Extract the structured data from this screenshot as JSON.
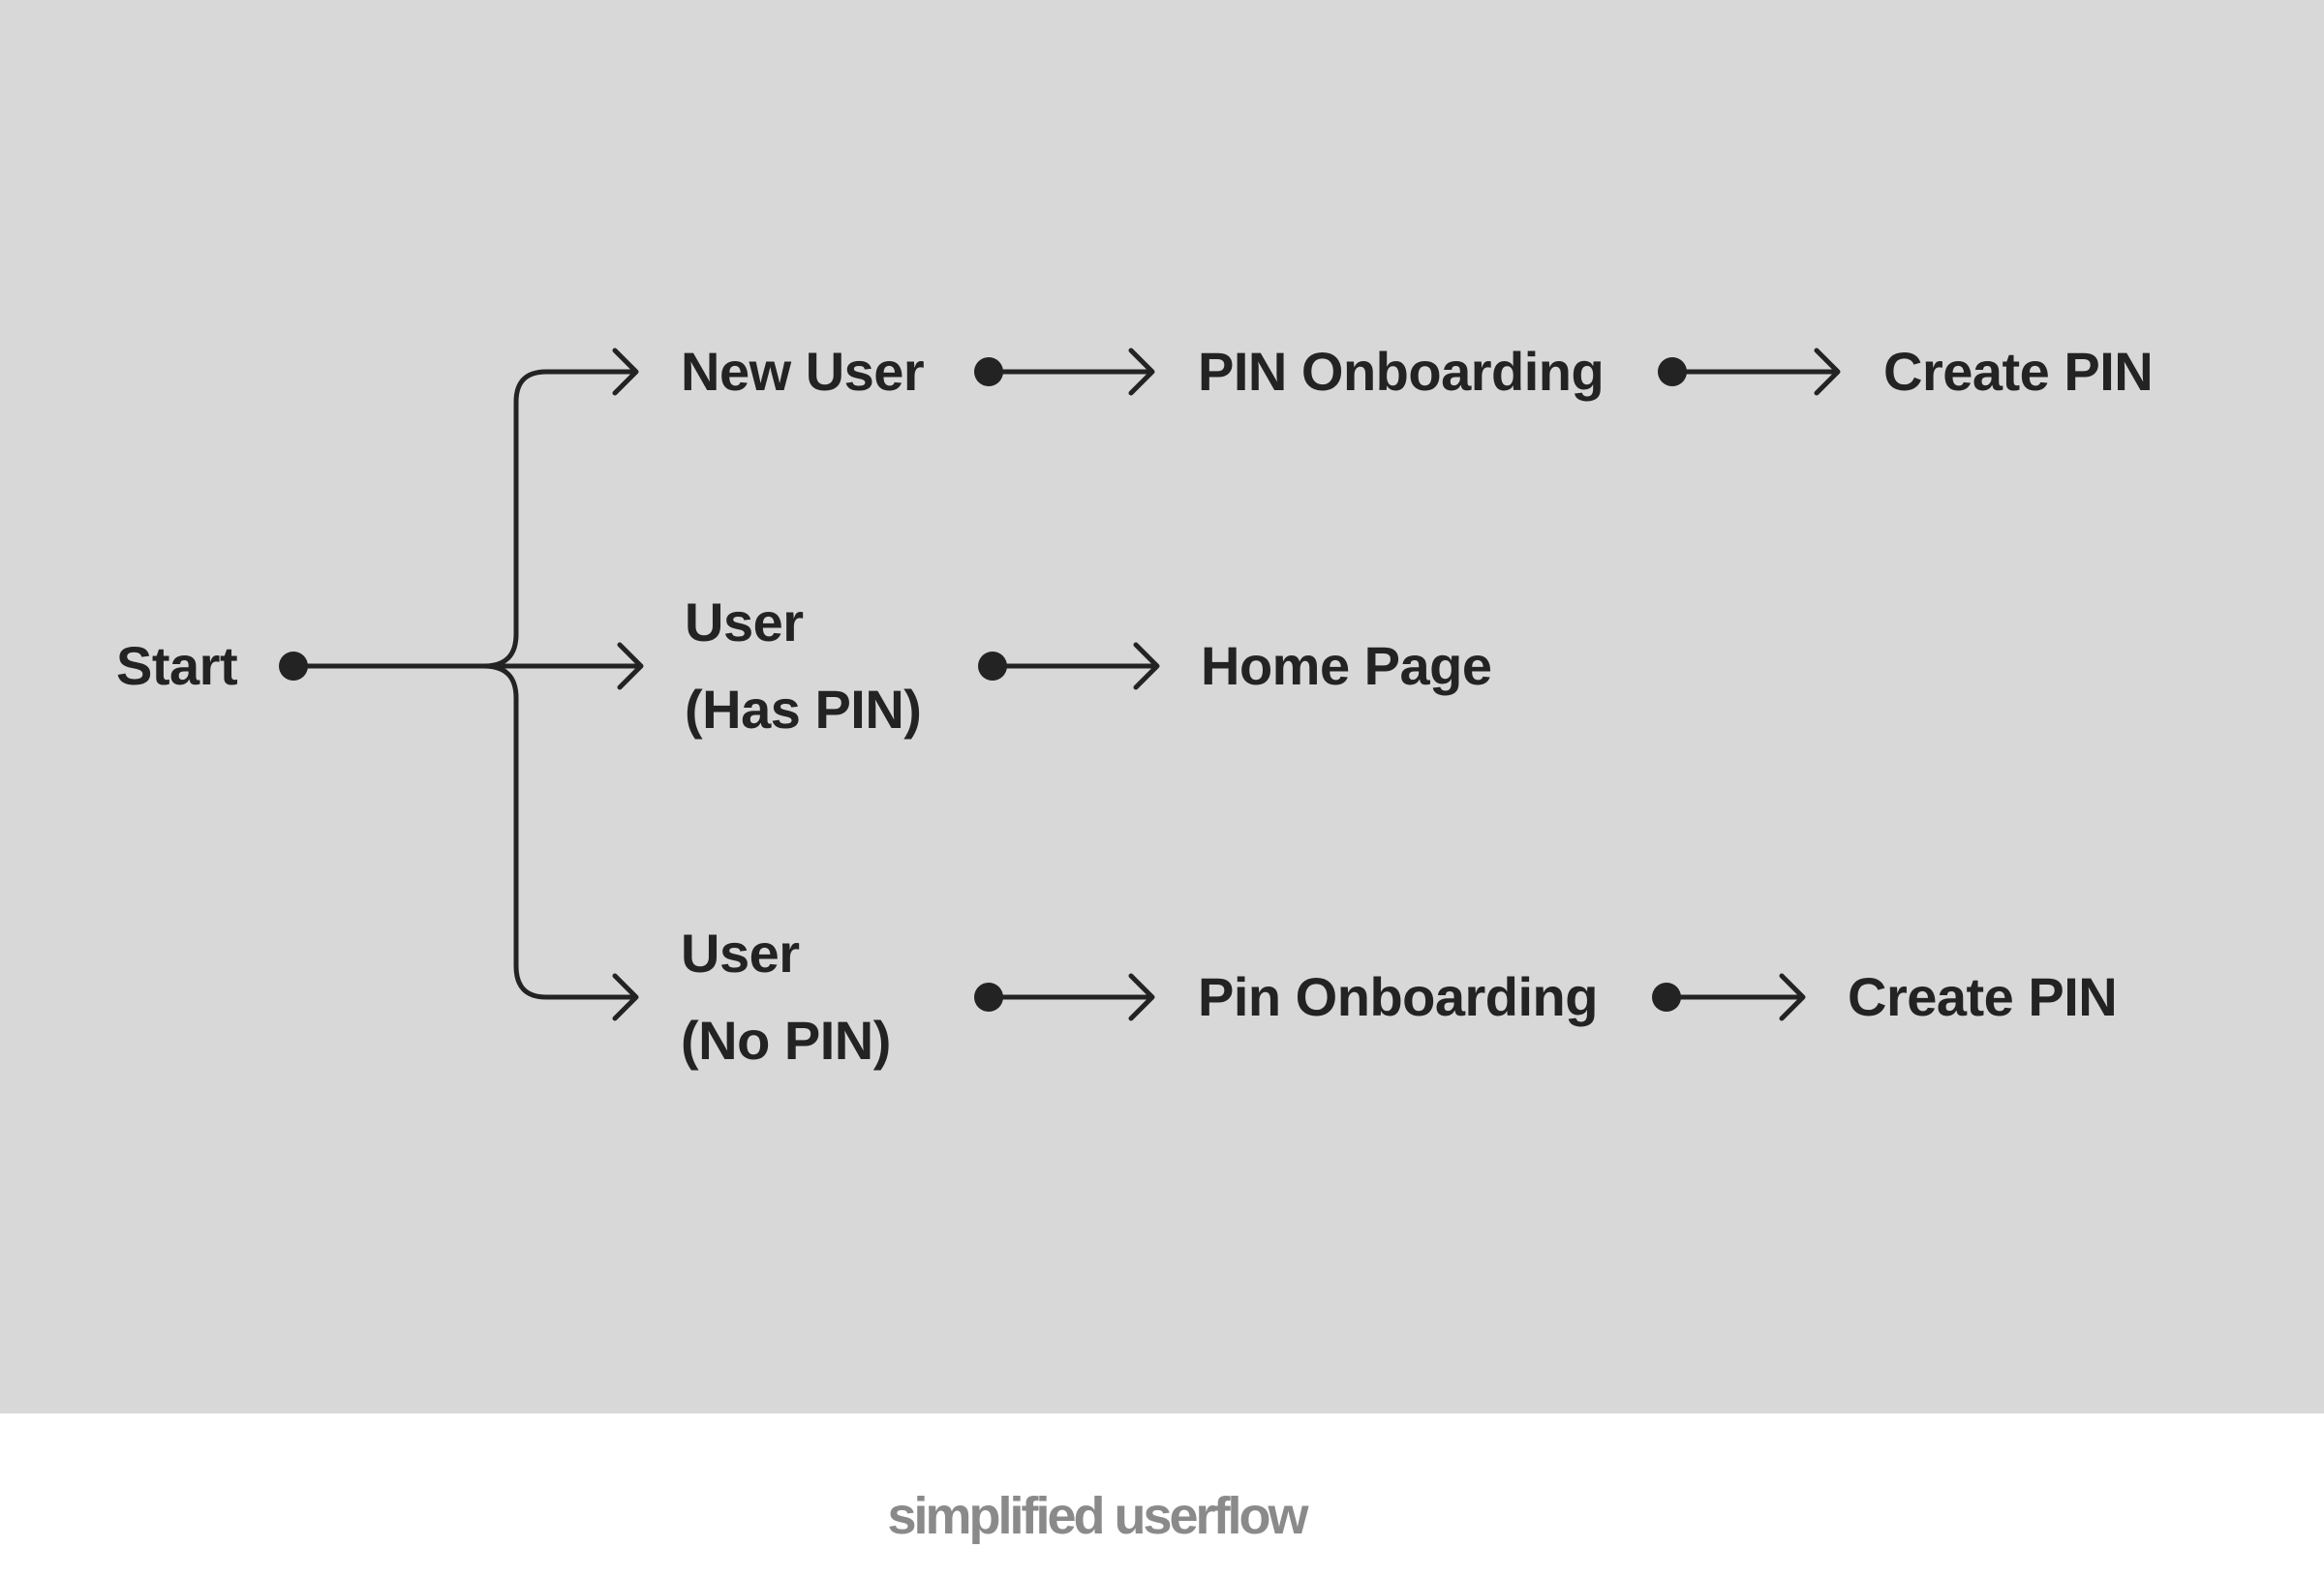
{
  "diagram": {
    "background": "#d8d8d8",
    "ink": "#232323",
    "nodes": {
      "start": "Start",
      "new_user": "New User",
      "pin_onboarding_upper": "PIN Onboarding",
      "create_pin_top": "Create PIN",
      "user_has_pin_line1": "User",
      "user_has_pin_line2": "(Has PIN)",
      "home_page": "Home Page",
      "user_no_pin_line1": "User",
      "user_no_pin_line2": "(No PIN)",
      "pin_onboarding_lower": "Pin Onboarding",
      "create_pin_bottom": "Create PIN"
    }
  },
  "caption": {
    "text": "simplified userflow",
    "color": "#8a8a8a"
  }
}
